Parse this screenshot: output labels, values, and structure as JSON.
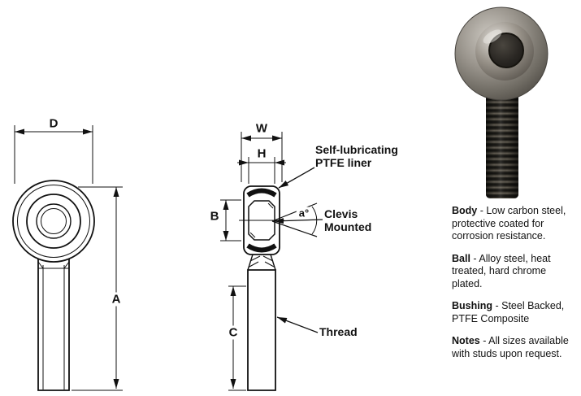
{
  "dims": {
    "d": "D",
    "a": "A",
    "w": "W",
    "h": "H",
    "b": "B",
    "c": "C",
    "angle": "a°"
  },
  "callouts": {
    "liner": "Self-lubricating\nPTFE liner",
    "clevis": "Clevis\nMounted",
    "thread": "Thread"
  },
  "specs": [
    {
      "term": "Body",
      "desc": " - Low carbon steel, protective coated for corrosion resistance."
    },
    {
      "term": "Ball",
      "desc": " - Alloy steel, heat treated, hard chrome plated."
    },
    {
      "term": "Bushing",
      "desc": " - Steel Backed, PTFE Composite"
    },
    {
      "term": "Notes",
      "desc": " - All sizes available with studs upon request."
    }
  ]
}
